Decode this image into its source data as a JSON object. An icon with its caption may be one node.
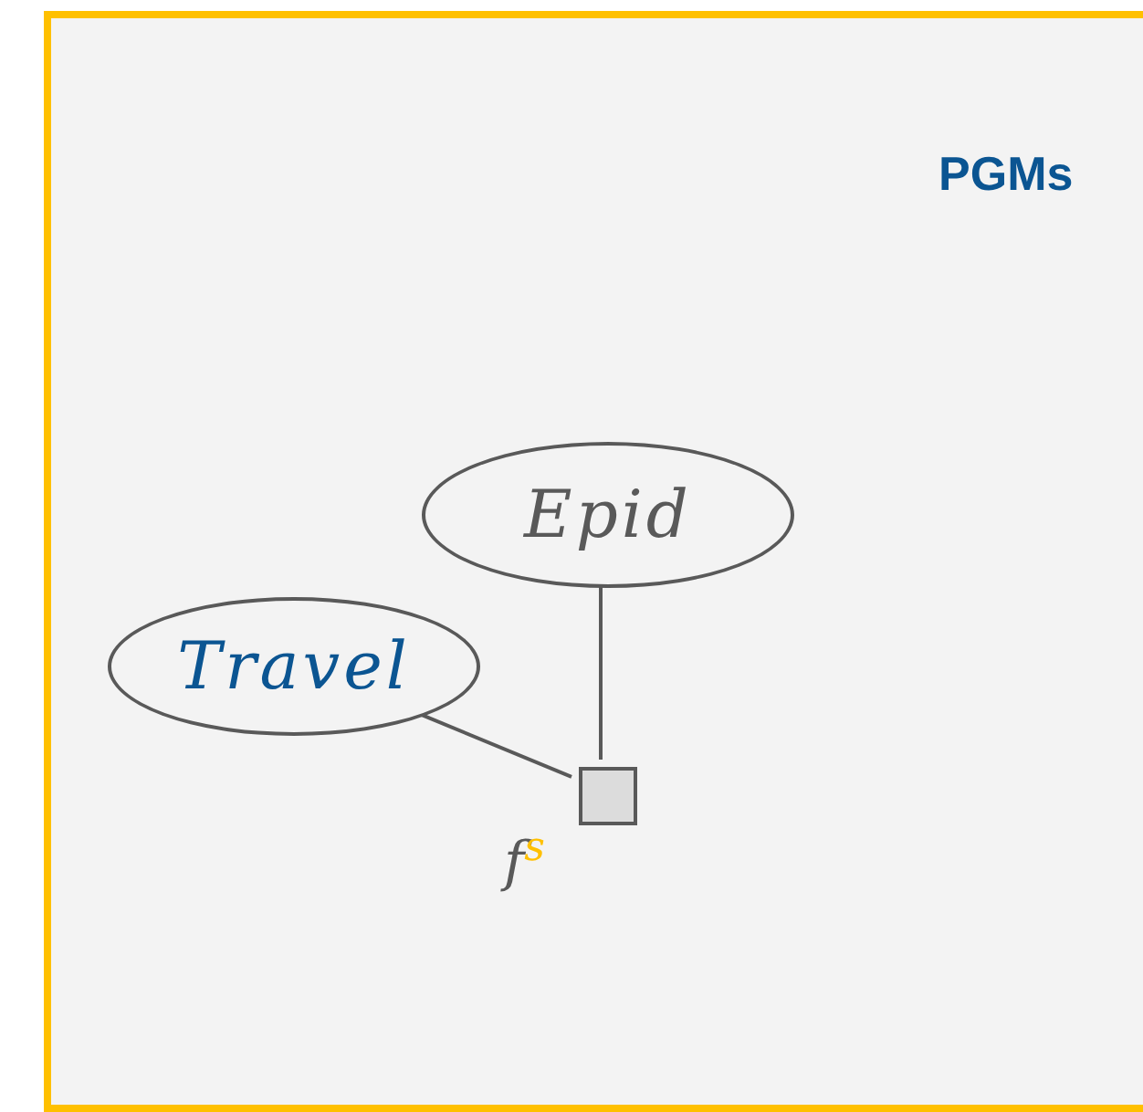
{
  "diagram": {
    "title": "PGMs",
    "nodes": [
      {
        "text": [
          "Epid"
        ]
      },
      {
        "text": [
          "Travel"
        ]
      },
      {
        "text": [],
        "shape": "box",
        "beside": [
          "f$^{s}$"
        ]
      }
    ],
    "edges": [
      {
        "from": 0,
        "to": 2,
        "arrow": "none"
      },
      {
        "from": 1,
        "to": 2,
        "arrow": "none"
      }
    ]
  }
}
